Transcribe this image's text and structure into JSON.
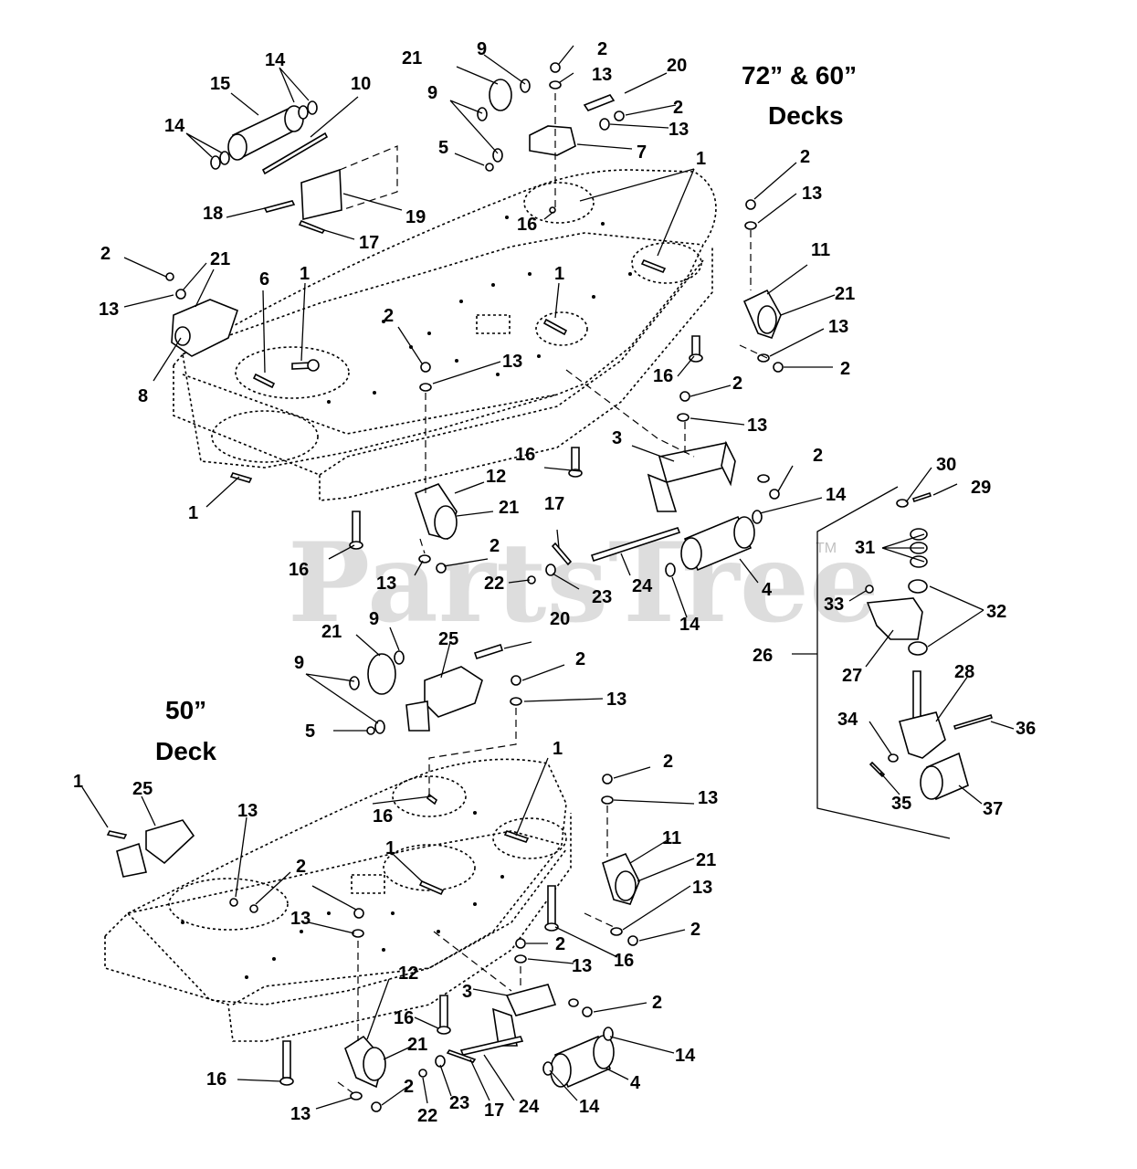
{
  "titles": {
    "upper_line1": "72” & 60”",
    "upper_line2": "Decks",
    "lower_line1": "50”",
    "lower_line2": "Deck"
  },
  "watermark": {
    "text": "PartsTree",
    "tm": "TM"
  },
  "callouts": [
    {
      "id": "u-9a",
      "text": "9"
    },
    {
      "id": "u-2a",
      "text": "2"
    },
    {
      "id": "u-21a",
      "text": "21"
    },
    {
      "id": "u-13a",
      "text": "13"
    },
    {
      "id": "u-20",
      "text": "20"
    },
    {
      "id": "u-9b",
      "text": "9"
    },
    {
      "id": "u-2b",
      "text": "2"
    },
    {
      "id": "u-13b",
      "text": "13"
    },
    {
      "id": "u-5",
      "text": "5"
    },
    {
      "id": "u-7",
      "text": "7"
    },
    {
      "id": "u-14a",
      "text": "14"
    },
    {
      "id": "u-15",
      "text": "15"
    },
    {
      "id": "u-10",
      "text": "10"
    },
    {
      "id": "u-14b",
      "text": "14"
    },
    {
      "id": "u-19",
      "text": "19"
    },
    {
      "id": "u-18",
      "text": "18"
    },
    {
      "id": "u-17a",
      "text": "17"
    },
    {
      "id": "u-16a",
      "text": "16"
    },
    {
      "id": "u-1a",
      "text": "1"
    },
    {
      "id": "u-2c",
      "text": "2"
    },
    {
      "id": "u-13c",
      "text": "13"
    },
    {
      "id": "u-11",
      "text": "11"
    },
    {
      "id": "u-21b",
      "text": "21"
    },
    {
      "id": "u-13d",
      "text": "13"
    },
    {
      "id": "u-2d",
      "text": "2"
    },
    {
      "id": "u-2e",
      "text": "2"
    },
    {
      "id": "u-21c",
      "text": "21"
    },
    {
      "id": "u-13e",
      "text": "13"
    },
    {
      "id": "u-6",
      "text": "6"
    },
    {
      "id": "u-1b",
      "text": "1"
    },
    {
      "id": "u-8",
      "text": "8"
    },
    {
      "id": "u-2f",
      "text": "2"
    },
    {
      "id": "u-13f",
      "text": "13"
    },
    {
      "id": "u-1c",
      "text": "1"
    },
    {
      "id": "u-16b",
      "text": "16"
    },
    {
      "id": "u-2g",
      "text": "2"
    },
    {
      "id": "u-13g",
      "text": "13"
    },
    {
      "id": "u-3",
      "text": "3"
    },
    {
      "id": "u-16c",
      "text": "16"
    },
    {
      "id": "u-2h",
      "text": "2"
    },
    {
      "id": "u-12",
      "text": "12"
    },
    {
      "id": "u-21d",
      "text": "21"
    },
    {
      "id": "u-1d",
      "text": "1"
    },
    {
      "id": "u-17b",
      "text": "17"
    },
    {
      "id": "u-14c",
      "text": "14"
    },
    {
      "id": "u-16d",
      "text": "16"
    },
    {
      "id": "u-2i",
      "text": "2"
    },
    {
      "id": "u-13h",
      "text": "13"
    },
    {
      "id": "u-22",
      "text": "22"
    },
    {
      "id": "u-23",
      "text": "23"
    },
    {
      "id": "u-24",
      "text": "24"
    },
    {
      "id": "u-4",
      "text": "4"
    },
    {
      "id": "u-14d",
      "text": "14"
    },
    {
      "id": "k-30",
      "text": "30"
    },
    {
      "id": "k-29",
      "text": "29"
    },
    {
      "id": "k-31",
      "text": "31"
    },
    {
      "id": "k-33",
      "text": "33"
    },
    {
      "id": "k-32",
      "text": "32"
    },
    {
      "id": "k-26",
      "text": "26"
    },
    {
      "id": "k-27",
      "text": "27"
    },
    {
      "id": "k-28",
      "text": "28"
    },
    {
      "id": "k-34",
      "text": "34"
    },
    {
      "id": "k-36",
      "text": "36"
    },
    {
      "id": "k-35",
      "text": "35"
    },
    {
      "id": "k-37",
      "text": "37"
    },
    {
      "id": "l-21a",
      "text": "21"
    },
    {
      "id": "l-9a",
      "text": "9"
    },
    {
      "id": "l-25a",
      "text": "25"
    },
    {
      "id": "l-20",
      "text": "20"
    },
    {
      "id": "l-2a",
      "text": "2"
    },
    {
      "id": "l-9b",
      "text": "9"
    },
    {
      "id": "l-13a",
      "text": "13"
    },
    {
      "id": "l-5",
      "text": "5"
    },
    {
      "id": "l-1a",
      "text": "1"
    },
    {
      "id": "l-2b",
      "text": "2"
    },
    {
      "id": "l-13b",
      "text": "13"
    },
    {
      "id": "l-1b",
      "text": "1"
    },
    {
      "id": "l-25b",
      "text": "25"
    },
    {
      "id": "l-13c",
      "text": "13"
    },
    {
      "id": "l-16a",
      "text": "16"
    },
    {
      "id": "l-11",
      "text": "11"
    },
    {
      "id": "l-21b",
      "text": "21"
    },
    {
      "id": "l-1c",
      "text": "1"
    },
    {
      "id": "l-2c",
      "text": "2"
    },
    {
      "id": "l-13d",
      "text": "13"
    },
    {
      "id": "l-2d",
      "text": "2"
    },
    {
      "id": "l-13e",
      "text": "13"
    },
    {
      "id": "l-2e",
      "text": "2"
    },
    {
      "id": "l-16b",
      "text": "16"
    },
    {
      "id": "l-13f",
      "text": "13"
    },
    {
      "id": "l-12",
      "text": "12"
    },
    {
      "id": "l-3",
      "text": "3"
    },
    {
      "id": "l-2f",
      "text": "2"
    },
    {
      "id": "l-16c",
      "text": "16"
    },
    {
      "id": "l-14a",
      "text": "14"
    },
    {
      "id": "l-21c",
      "text": "21"
    },
    {
      "id": "l-16d",
      "text": "16"
    },
    {
      "id": "l-4",
      "text": "4"
    },
    {
      "id": "l-2g",
      "text": "2"
    },
    {
      "id": "l-13g",
      "text": "13"
    },
    {
      "id": "l-22",
      "text": "22"
    },
    {
      "id": "l-23",
      "text": "23"
    },
    {
      "id": "l-17",
      "text": "17"
    },
    {
      "id": "l-24",
      "text": "24"
    },
    {
      "id": "l-14b",
      "text": "14"
    }
  ]
}
